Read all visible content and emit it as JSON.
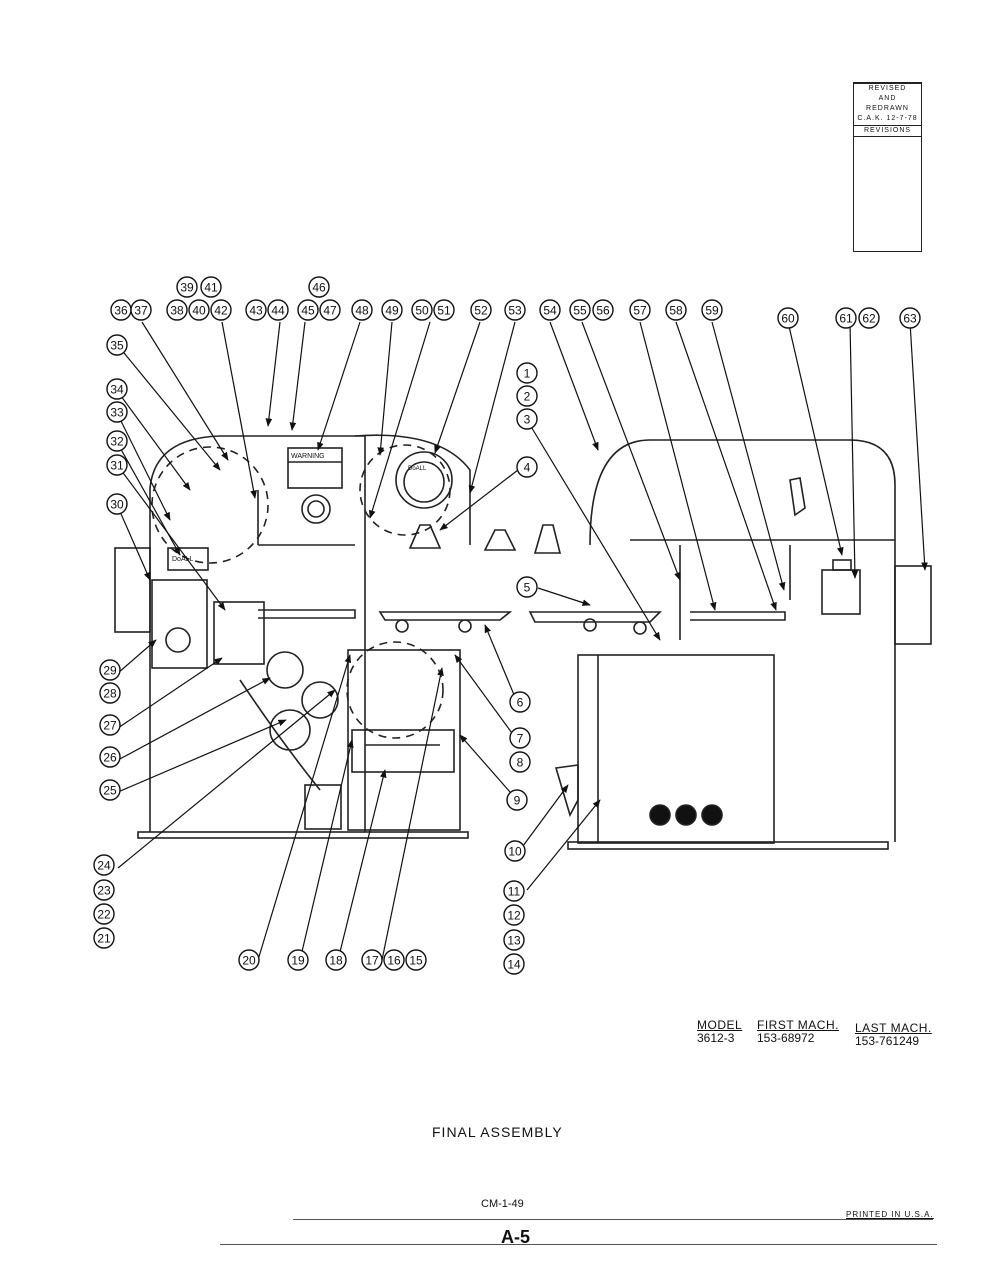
{
  "revisions": {
    "lines": [
      "REVISED",
      "AND",
      "REDRAWN",
      "C.A.K. 12-7-78"
    ],
    "header": "REVISIONS"
  },
  "machine_labels": {
    "warning": "WARNING",
    "brand": "DoALL"
  },
  "callouts_left": [
    "35",
    "34",
    "33",
    "32",
    "31",
    "30",
    "29",
    "28",
    "27",
    "26",
    "25",
    "24",
    "23",
    "22",
    "21"
  ],
  "callouts_top": [
    "36",
    "37",
    "39",
    "41",
    "38",
    "40",
    "42",
    "43",
    "44",
    "46",
    "45",
    "47",
    "48",
    "49",
    "50",
    "51",
    "52",
    "53",
    "54",
    "55",
    "56",
    "57",
    "58",
    "59",
    "60",
    "61",
    "62",
    "63"
  ],
  "callouts_center": [
    "1",
    "2",
    "3",
    "4",
    "5",
    "6",
    "7",
    "8",
    "9",
    "10",
    "11",
    "12",
    "13",
    "14"
  ],
  "callouts_bottom": [
    "20",
    "19",
    "18",
    "17",
    "16",
    "15"
  ],
  "model_table": {
    "model_header": "MODEL",
    "model_value": "3612-3",
    "first_header": "FIRST MACH.",
    "first_value": "153-68972",
    "last_header": "LAST MACH.",
    "last_value": "153-761249"
  },
  "title": "FINAL ASSEMBLY",
  "drawing_number": "CM-1-49",
  "printed": "PRINTED IN U.S.A.",
  "page_number": "A-5"
}
